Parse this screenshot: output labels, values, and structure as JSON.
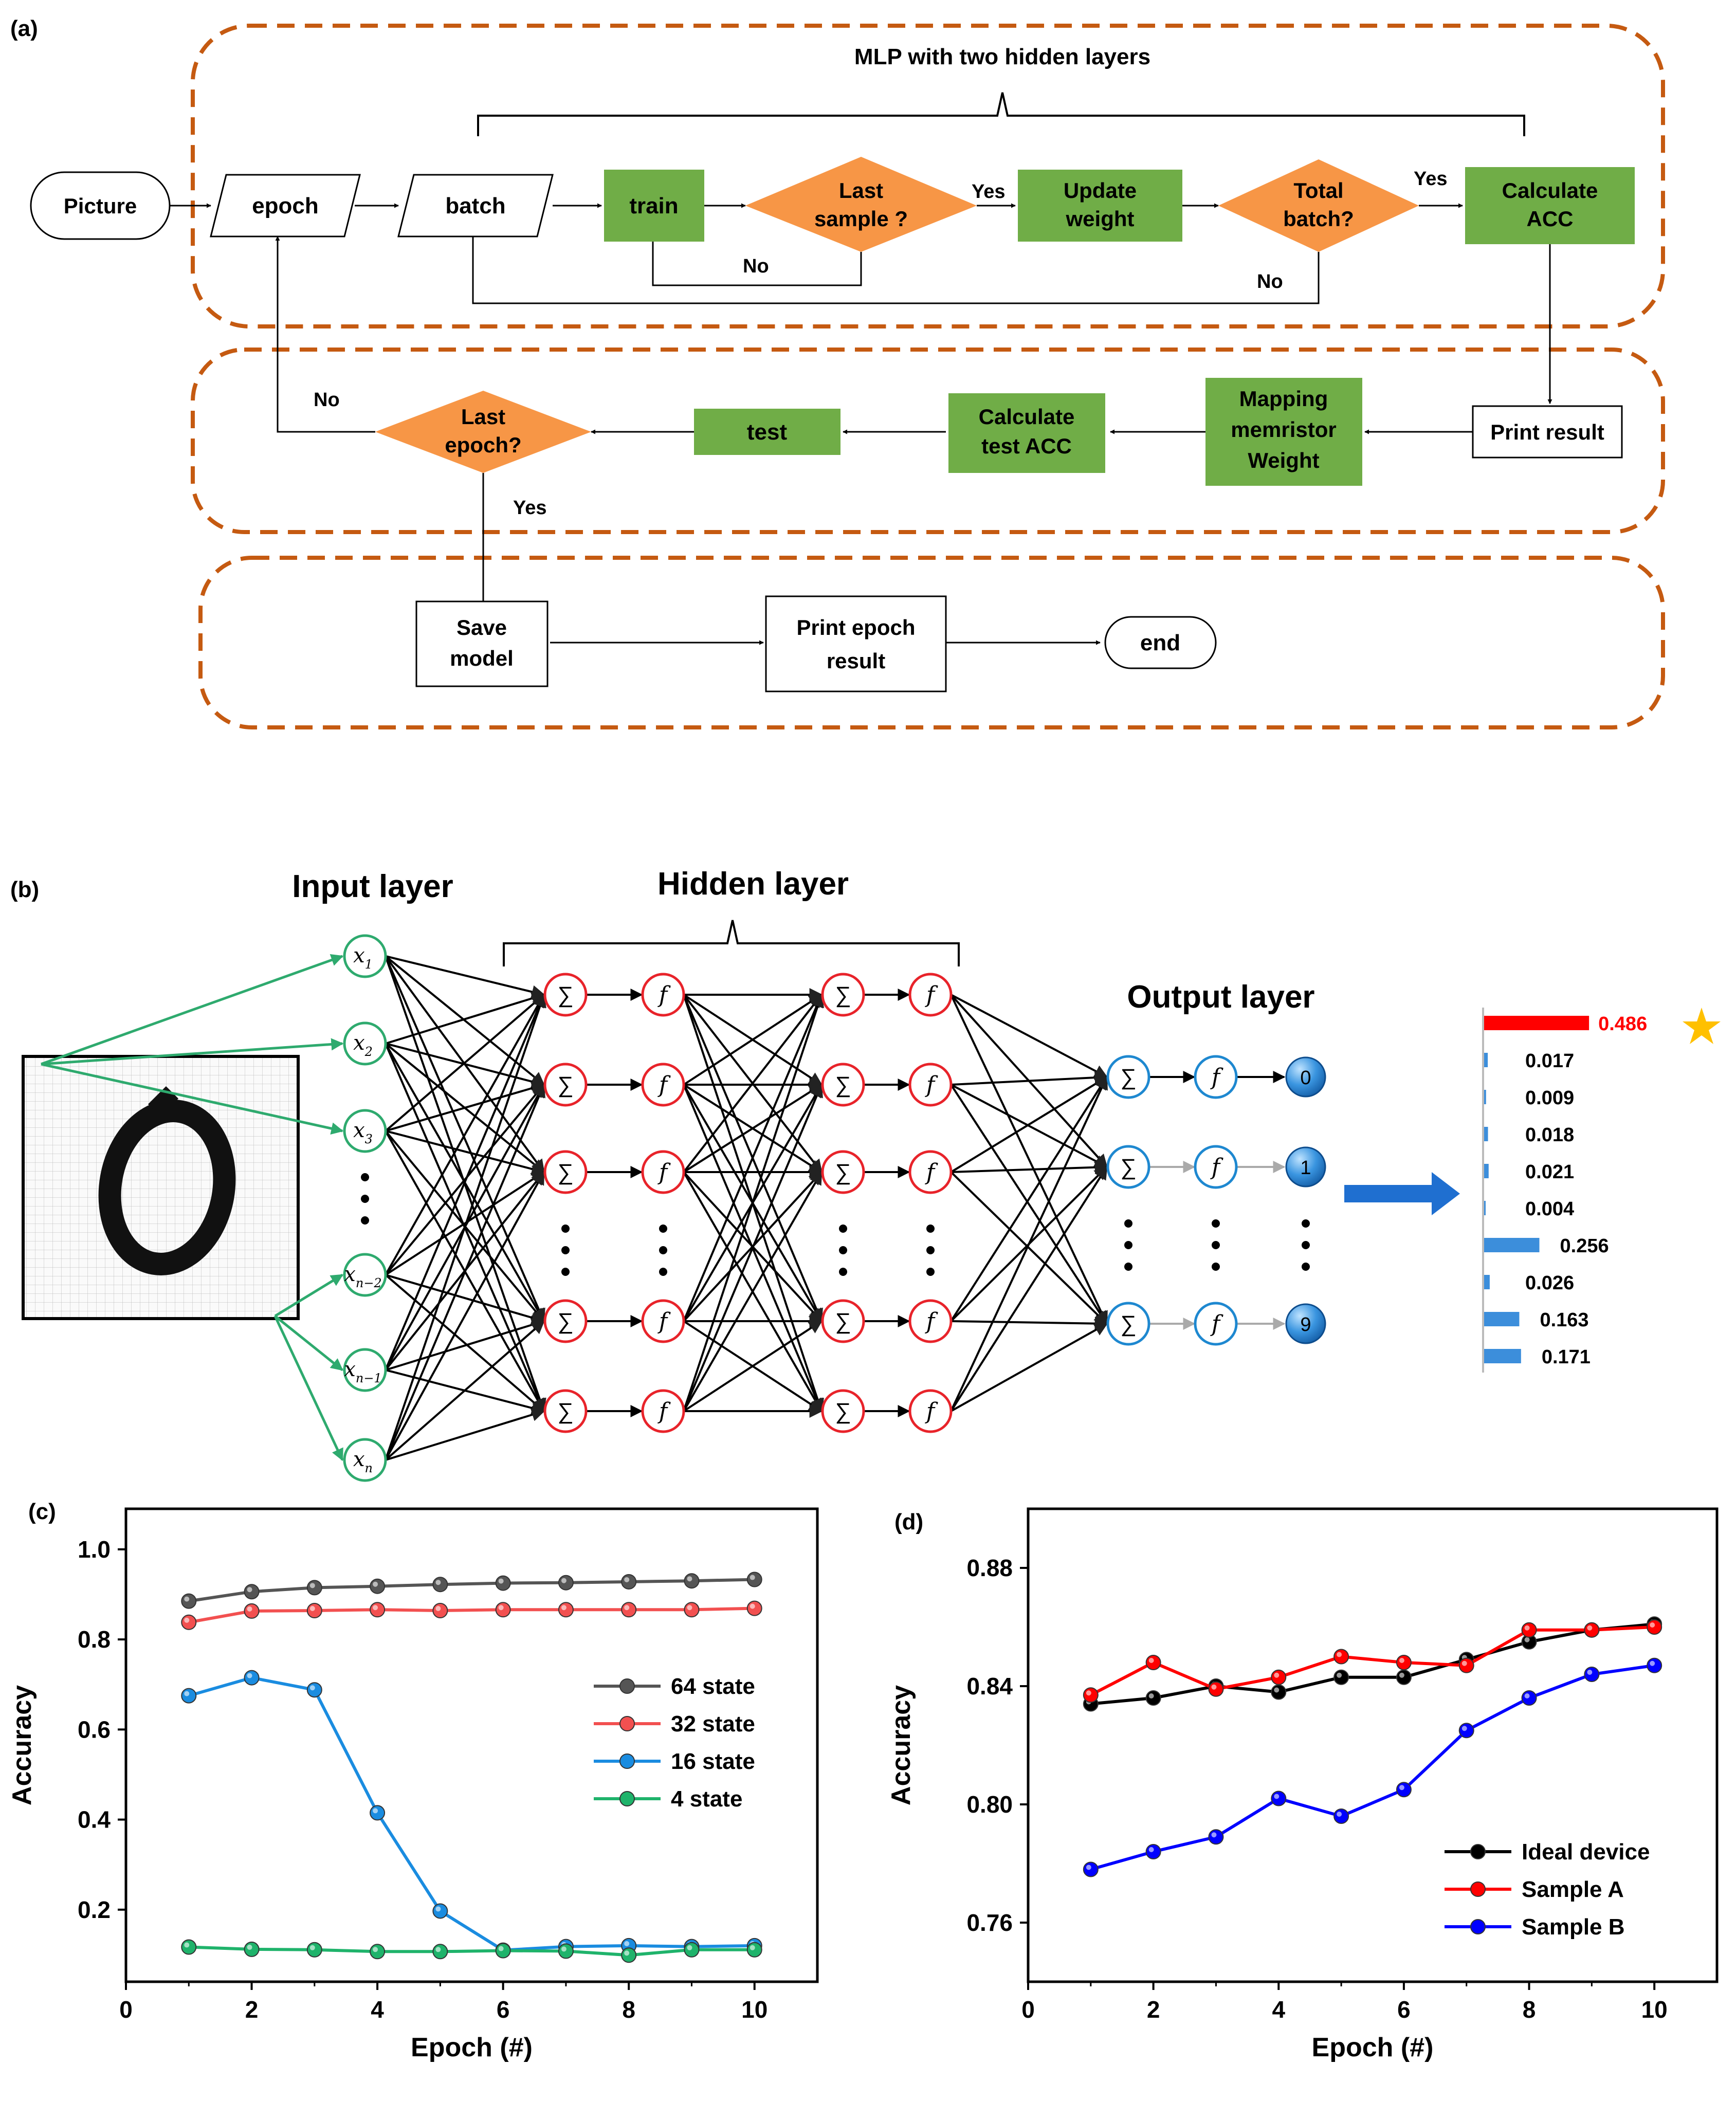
{
  "panel_a": {
    "label": "(a)",
    "group_title": "MLP with two hidden layers",
    "nodes": {
      "picture": "Picture",
      "epoch": "epoch",
      "batch": "batch",
      "train": "train",
      "last_sample_1": "Last",
      "last_sample_2": "sample ?",
      "update_1": "Update",
      "update_2": "weight",
      "total_1": "Total",
      "total_2": "batch?",
      "calc_acc_1": "Calculate",
      "calc_acc_2": "ACC",
      "print_result": "Print  result",
      "mapping_1": "Mapping",
      "mapping_2": "memristor",
      "mapping_3": "Weight",
      "calc_test_1": "Calculate",
      "calc_test_2": "test ACC",
      "test": "test",
      "last_epoch_1": "Last",
      "last_epoch_2": "epoch?",
      "save_1": "Save",
      "save_2": "model",
      "print_epoch_1": "Print epoch",
      "print_epoch_2": "result",
      "end": "end"
    },
    "edge_labels": {
      "yes_update": "Yes",
      "yes_calc": "Yes",
      "no_sample": "No",
      "no_batch": "No",
      "no_epoch": "No",
      "yes_epoch": "Yes"
    },
    "colors": {
      "process_green": "#70AD47",
      "decision_orange": "#F79646",
      "dashed_border": "#C55A11"
    }
  },
  "panel_b": {
    "label": "(b)",
    "input_title": "Input layer",
    "hidden_title": "Hidden layer",
    "output_title": "Output layer",
    "input_nodes": [
      "x1",
      "x2",
      "x3",
      "xn-2",
      "xn-1",
      "xn"
    ],
    "sum_symbol": "∑",
    "func_symbol": "f",
    "output_nodes": [
      "0",
      "1",
      "9"
    ],
    "probabilities": [
      {
        "value": 0.486,
        "label": "0.486",
        "highlight": true
      },
      {
        "value": 0.017,
        "label": "0.017"
      },
      {
        "value": 0.009,
        "label": "0.009"
      },
      {
        "value": 0.018,
        "label": "0.018"
      },
      {
        "value": 0.021,
        "label": "0.021"
      },
      {
        "value": 0.004,
        "label": "0.004"
      },
      {
        "value": 0.256,
        "label": "0.256"
      },
      {
        "value": 0.026,
        "label": "0.026"
      },
      {
        "value": 0.163,
        "label": "0.163"
      },
      {
        "value": 0.171,
        "label": "0.171"
      }
    ],
    "colors": {
      "input": "#2EAA6E",
      "hidden": "#E8232A",
      "output": "#1E88D0",
      "bar_highlight": "#FF0000",
      "bar": "#3C8EDB",
      "star": "#FFC000"
    }
  },
  "chart_data": [
    {
      "panel": "(c)",
      "type": "line",
      "xlabel": "Epoch (#)",
      "ylabel": "Accuracy",
      "xlim": [
        0,
        11
      ],
      "ylim": [
        0.04,
        1.09
      ],
      "xticks": [
        "0",
        "2",
        "4",
        "6",
        "8",
        "10"
      ],
      "yticks": [
        "0.2",
        "0.4",
        "0.6",
        "0.8",
        "1.0"
      ],
      "x": [
        1,
        2,
        3,
        4,
        5,
        6,
        7,
        8,
        9,
        10
      ],
      "legend_position": "right",
      "series": [
        {
          "name": "64 state",
          "color": "#555555",
          "values": [
            0.885,
            0.906,
            0.915,
            0.918,
            0.922,
            0.925,
            0.926,
            0.928,
            0.93,
            0.933
          ]
        },
        {
          "name": "32 state",
          "color": "#F25050",
          "values": [
            0.838,
            0.863,
            0.864,
            0.866,
            0.864,
            0.866,
            0.866,
            0.866,
            0.866,
            0.869
          ]
        },
        {
          "name": "16 state",
          "color": "#1A8CE0",
          "values": [
            0.675,
            0.715,
            0.688,
            0.415,
            0.197,
            0.11,
            0.118,
            0.12,
            0.118,
            0.12
          ]
        },
        {
          "name": "4   state",
          "color": "#1FB36B",
          "values": [
            0.117,
            0.112,
            0.111,
            0.107,
            0.107,
            0.109,
            0.108,
            0.099,
            0.111,
            0.111
          ]
        }
      ]
    },
    {
      "panel": "(d)",
      "type": "line",
      "xlabel": "Epoch (#)",
      "ylabel": "Accuracy",
      "xlim": [
        0,
        11
      ],
      "ylim": [
        0.74,
        0.9
      ],
      "xticks": [
        "0",
        "2",
        "4",
        "6",
        "8",
        "10"
      ],
      "yticks": [
        "0.76",
        "0.80",
        "0.84",
        "0.88"
      ],
      "x": [
        1,
        2,
        3,
        4,
        5,
        6,
        7,
        8,
        9,
        10
      ],
      "legend_position": "bottom-right",
      "series": [
        {
          "name": "Ideal device",
          "color": "#000000",
          "values": [
            0.834,
            0.836,
            0.84,
            0.838,
            0.843,
            0.843,
            0.849,
            0.855,
            0.859,
            0.861
          ]
        },
        {
          "name": "Sample A",
          "color": "#FF0000",
          "values": [
            0.837,
            0.848,
            0.839,
            0.843,
            0.85,
            0.848,
            0.847,
            0.859,
            0.859,
            0.86
          ]
        },
        {
          "name": "Sample B",
          "color": "#0000FF",
          "values": [
            0.778,
            0.784,
            0.789,
            0.802,
            0.796,
            0.805,
            0.825,
            0.836,
            0.844,
            0.847
          ]
        }
      ]
    }
  ]
}
